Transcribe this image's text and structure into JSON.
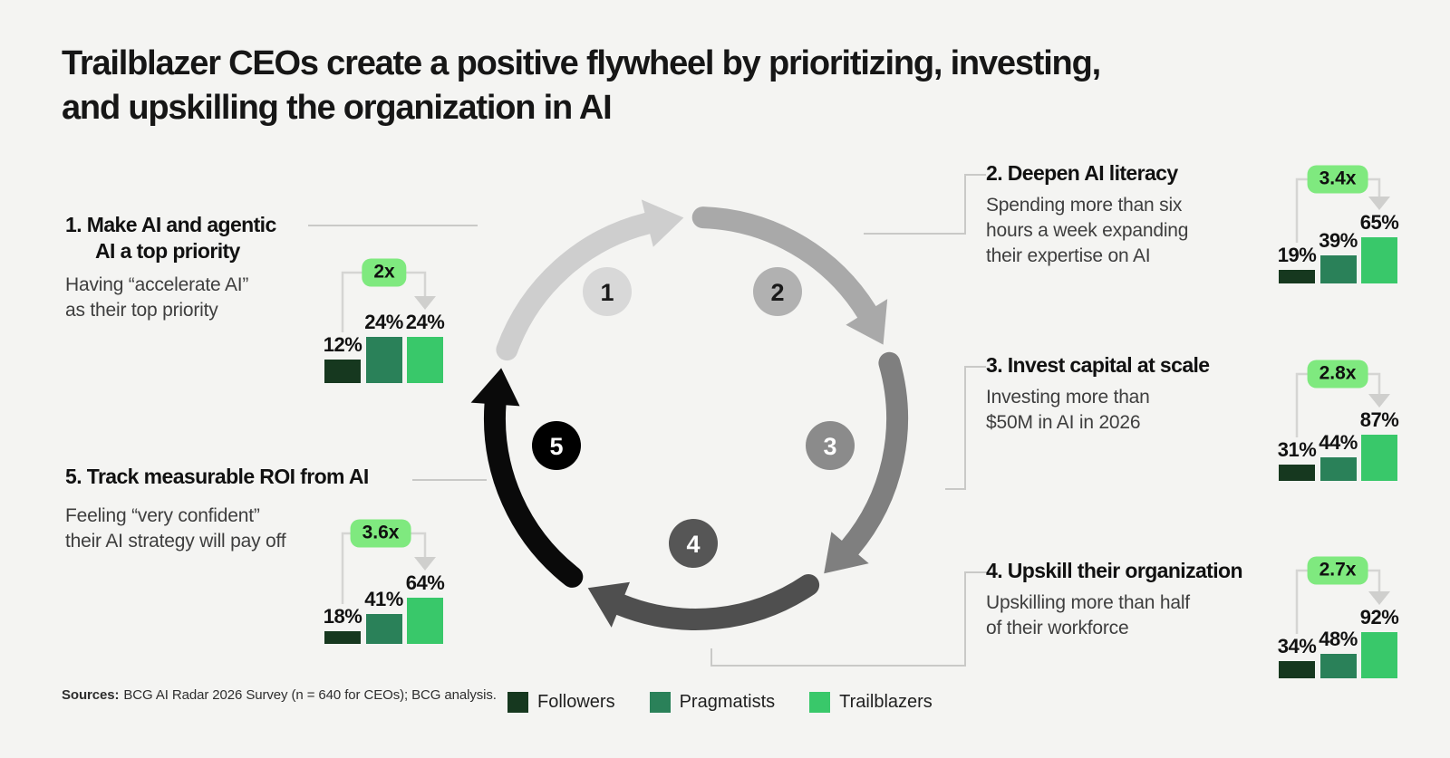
{
  "title": {
    "line1": "Trailblazer CEOs create a positive flywheel by prioritizing, investing,",
    "line2": "and upskilling the organization in AI"
  },
  "colors": {
    "background": "#f4f4f2",
    "title_text": "#161616",
    "body_text": "#3e3e3e",
    "connector_line": "#c9c9c7",
    "badge_bg": "#7fe97f",
    "badge_connector": "#d5d5d3",
    "badge_arrowhead": "#cfcfcd",
    "bars": [
      "#16381f",
      "#2a8159",
      "#39c86a"
    ]
  },
  "flywheel": {
    "steps": [
      {
        "num": "1",
        "arc_color": "#cecece",
        "circle_color": "#d8d8d8",
        "num_color": "#1a1a1a"
      },
      {
        "num": "2",
        "arc_color": "#a9a9a9",
        "circle_color": "#b1b1b1",
        "num_color": "#1a1a1a"
      },
      {
        "num": "3",
        "arc_color": "#7f7f7f",
        "circle_color": "#8b8b8b",
        "num_color": "#ffffff"
      },
      {
        "num": "4",
        "arc_color": "#4f4f4f",
        "circle_color": "#565656",
        "num_color": "#ffffff"
      },
      {
        "num": "5",
        "arc_color": "#0a0a0a",
        "circle_color": "#000000",
        "num_color": "#ffffff"
      }
    ]
  },
  "chart_data": [
    {
      "type": "bar",
      "step": "1",
      "title": "1. Make AI and agentic\nAI a top priority",
      "subtitle": "Having “accelerate AI”\nas their top priority",
      "categories": [
        "Followers",
        "Pragmatists",
        "Trailblazers"
      ],
      "values": [
        12,
        24,
        24
      ],
      "labels": [
        "12%",
        "24%",
        "24%"
      ],
      "unit": "%",
      "multiplier": "2x"
    },
    {
      "type": "bar",
      "step": "2",
      "title": "2. Deepen AI literacy",
      "subtitle": "Spending more than six\nhours a week expanding\ntheir expertise on AI",
      "categories": [
        "Followers",
        "Pragmatists",
        "Trailblazers"
      ],
      "values": [
        19,
        39,
        65
      ],
      "labels": [
        "19%",
        "39%",
        "65%"
      ],
      "unit": "%",
      "multiplier": "3.4x"
    },
    {
      "type": "bar",
      "step": "3",
      "title": "3. Invest capital at scale",
      "subtitle": "Investing more than\n$50M in AI in 2026",
      "categories": [
        "Followers",
        "Pragmatists",
        "Trailblazers"
      ],
      "values": [
        31,
        44,
        87
      ],
      "labels": [
        "31%",
        "44%",
        "87%"
      ],
      "unit": "%",
      "multiplier": "2.8x"
    },
    {
      "type": "bar",
      "step": "4",
      "title": "4. Upskill their organization",
      "subtitle": "Upskilling more than half\nof their workforce",
      "categories": [
        "Followers",
        "Pragmatists",
        "Trailblazers"
      ],
      "values": [
        34,
        48,
        92
      ],
      "labels": [
        "34%",
        "48%",
        "92%"
      ],
      "unit": "%",
      "multiplier": "2.7x"
    },
    {
      "type": "bar",
      "step": "5",
      "title": "5. Track measurable ROI from AI",
      "subtitle": "Feeling “very confident”\ntheir AI strategy will pay off",
      "categories": [
        "Followers",
        "Pragmatists",
        "Trailblazers"
      ],
      "values": [
        18,
        41,
        64
      ],
      "labels": [
        "18%",
        "41%",
        "64%"
      ],
      "unit": "%",
      "multiplier": "3.6x"
    }
  ],
  "legend": [
    {
      "label": "Followers",
      "color": "#16381f"
    },
    {
      "label": "Pragmatists",
      "color": "#2a8159"
    },
    {
      "label": "Trailblazers",
      "color": "#39c86a"
    }
  ],
  "sources": {
    "label": "Sources:",
    "text": "BCG AI Radar 2026 Survey (n = 640 for CEOs); BCG analysis."
  }
}
